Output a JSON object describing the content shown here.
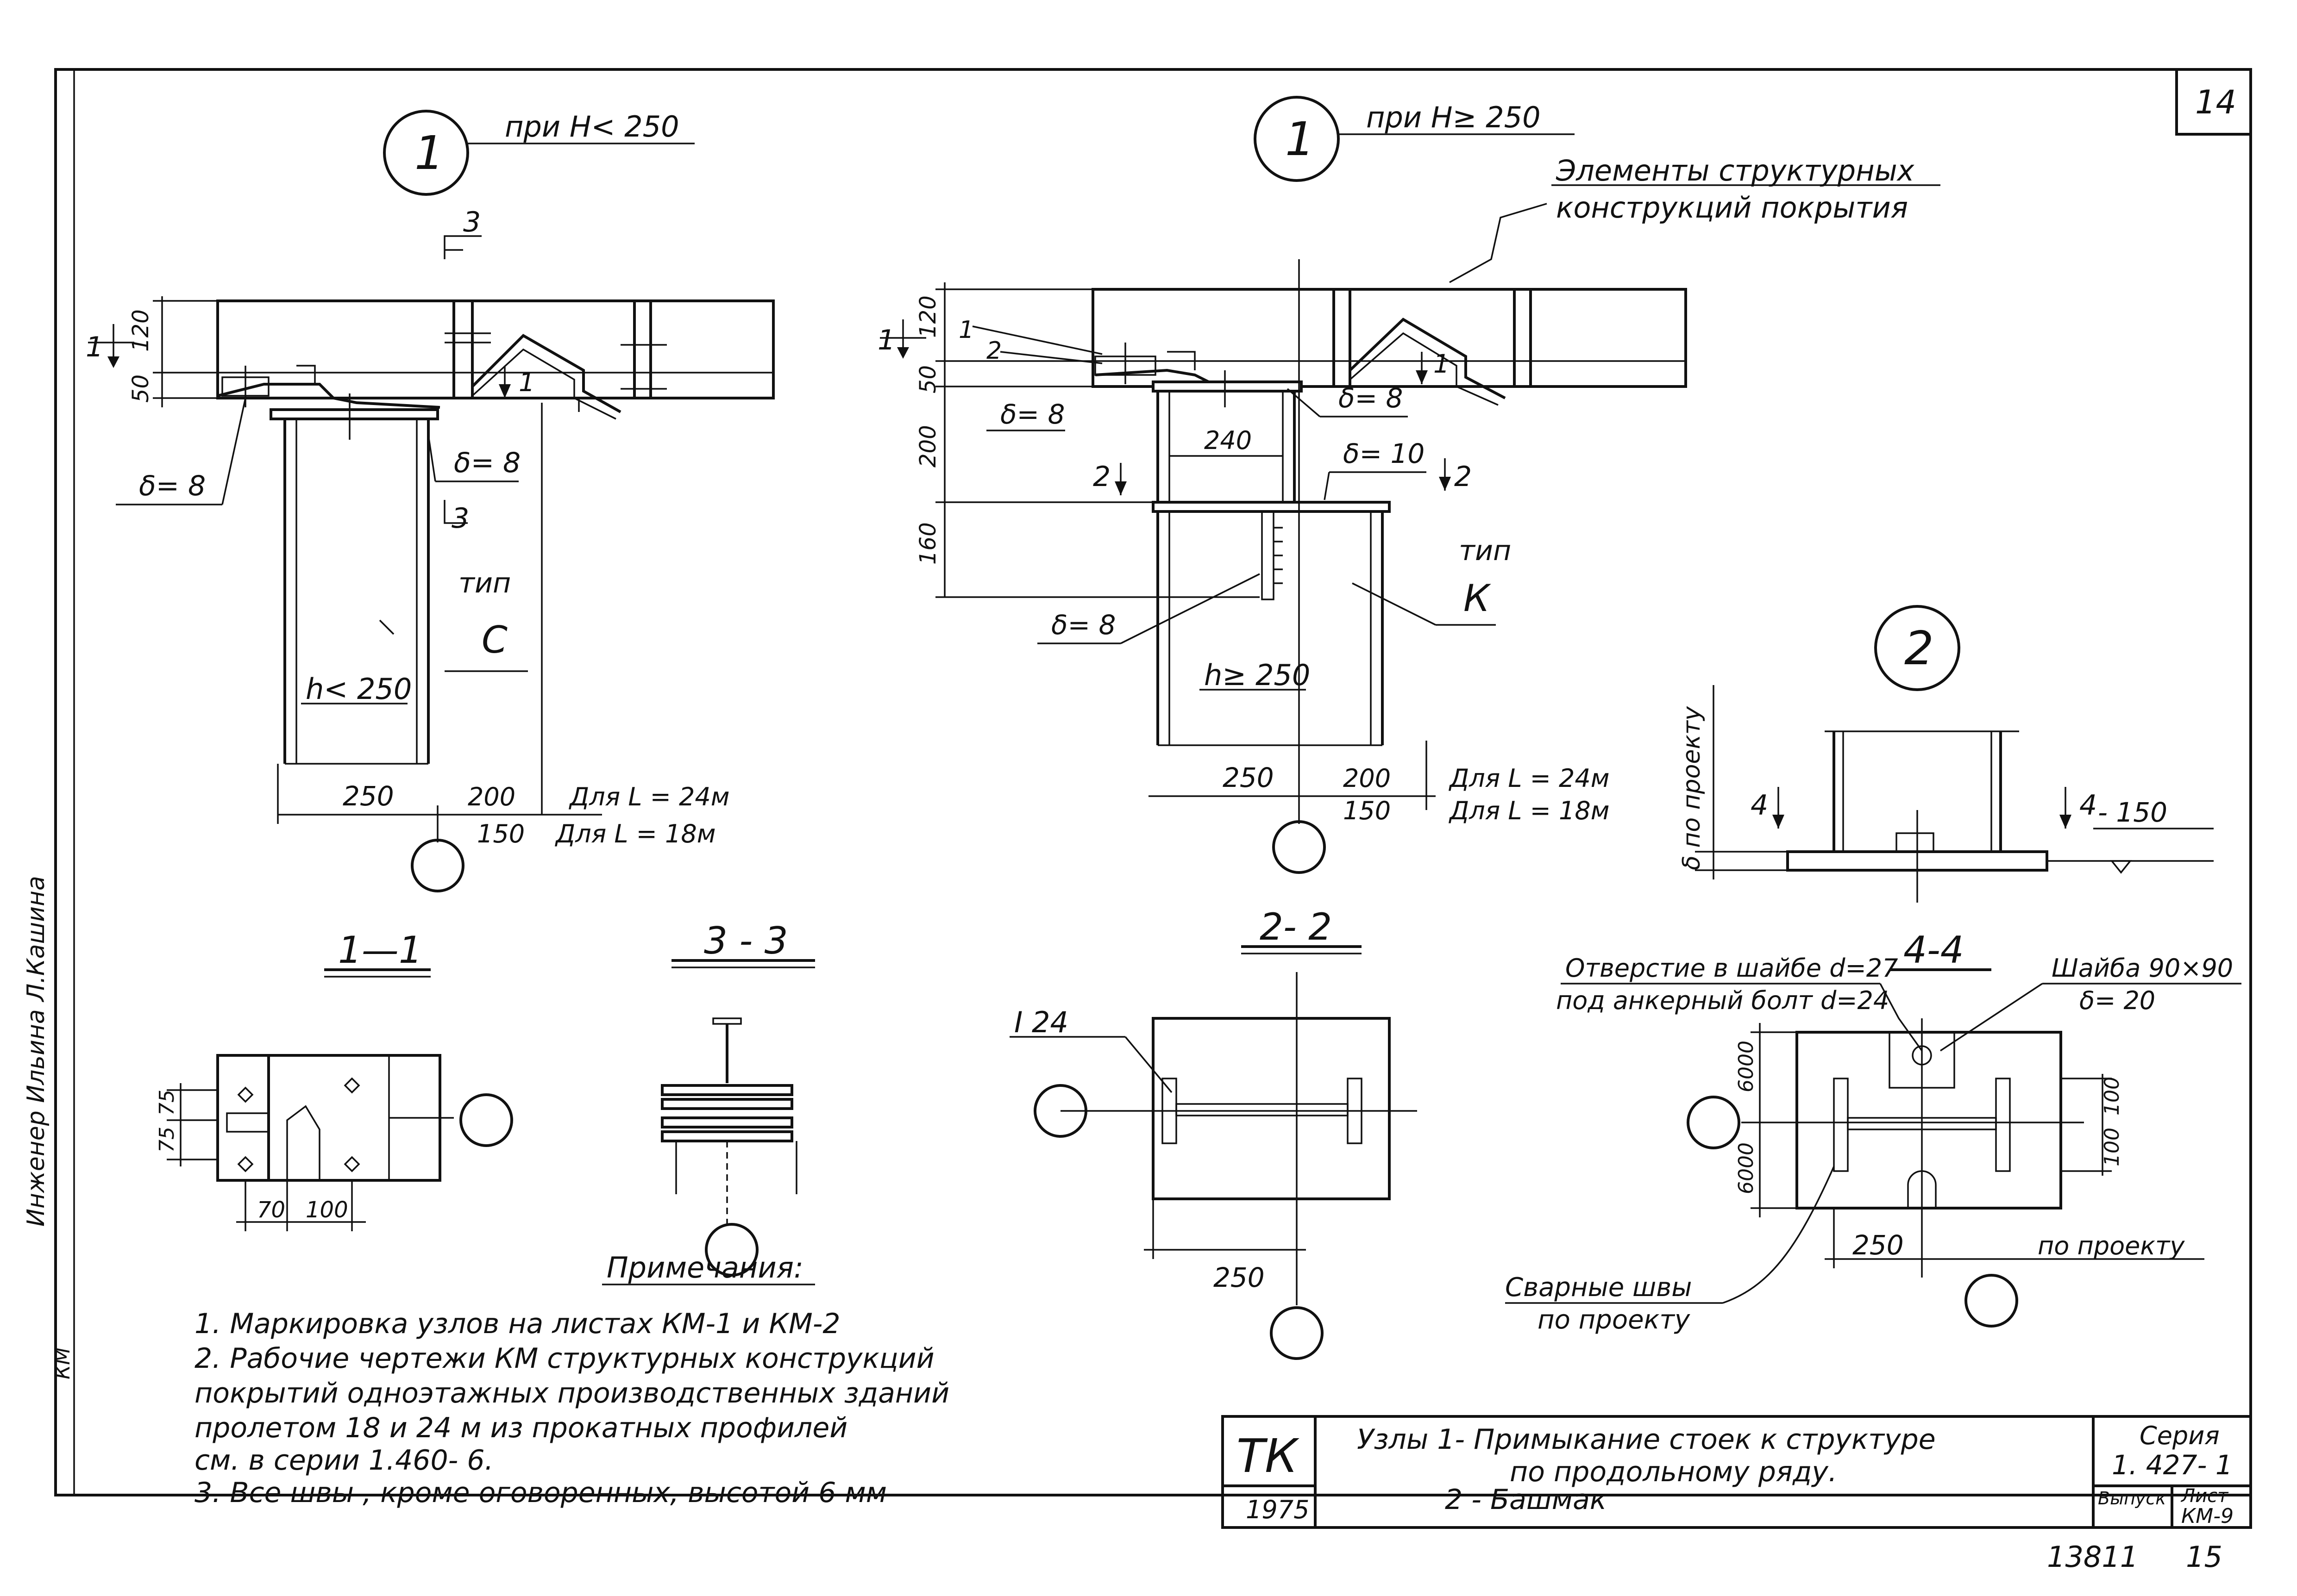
{
  "sheet": {
    "page_number": "14",
    "stamp_number": "13811",
    "stamp_page": "15"
  },
  "node1_left": {
    "marker": "1",
    "condition": "при  H< 250",
    "cut3_label": "3",
    "cut1_label": "1",
    "dim_120": "120",
    "dim_50": "50",
    "delta8_a": "δ= 8",
    "delta8_b": "δ= 8",
    "type_label": "тип",
    "type_value": "С",
    "h_label": "h< 250",
    "dim_250": "250",
    "dim_200": "200",
    "dim_150": "150",
    "for_24": "Для  L = 24м",
    "for_18": "Для  L  =  18м"
  },
  "node1_right": {
    "marker": "1",
    "condition": "при  H≥ 250",
    "elements_line1": "Элементы  структурных",
    "elements_line2": "конструкций   покрытия",
    "cut1_label": "1",
    "cut2_label": "2",
    "dim_120": "120",
    "dim_50": "50",
    "dim_200": "200",
    "dim_160": "160",
    "delta8_a": "δ= 8",
    "delta8_b": "δ= 8",
    "delta8_c": "δ= 8",
    "delta10": "δ= 10",
    "dim_240": "240",
    "part1": "1",
    "part2": "2",
    "type_label": "тип",
    "type_value": "К",
    "h_label": "h≥ 250",
    "dim_250": "250",
    "dim_150": "150",
    "for_24": "Для  L = 24м",
    "for_18": "Для  L = 18м"
  },
  "node2": {
    "marker": "2",
    "side_label": "δ по проекту",
    "cut4_label": "4",
    "level": "- 150"
  },
  "section_1_1": {
    "title": "1—1",
    "dim_75a": "75",
    "dim_75b": "75",
    "dim_70": "70",
    "dim_100": "100"
  },
  "section_3_3": {
    "title": "3 - 3"
  },
  "section_2_2": {
    "title": "2- 2",
    "beam": "I 24",
    "dim_250": "250"
  },
  "section_4_4": {
    "title": "4-4",
    "hole_line1": "Отверстие в шайбе d=27",
    "hole_line2": "под анкерный болт d=24",
    "washer_line1": "Шайба  90×90",
    "washer_line2": "δ= 20",
    "dim_left_a": "6000",
    "dim_left_b": "6000",
    "dim_100a": "100",
    "dim_100b": "100",
    "dim_250": "250",
    "by_project": "по проекту",
    "welds_line1": "Сварные швы",
    "welds_line2": "по проекту"
  },
  "notes": {
    "title": "Примечания:",
    "items": [
      "1.  Маркировка  узлов  на   листах   КМ-1 и КМ-2",
      "2.  Рабочие  чертежи  КМ  структурных  конструкций",
      "     покрытий  одноэтажных  производственных  зданий",
      "     пролетом  18 и 24 м  из  прокатных  профилей",
      "     см.  в  серии   1.460- 6.",
      "3.  Все  швы ,  кроме  оговоренных,  высотой  6 мм"
    ]
  },
  "title_block": {
    "org": "ТК",
    "year": "1975",
    "line1": "Узлы   1-  Примыкание   стоек  к  структуре",
    "line2": "по   продольному   ряду.",
    "line3": "2   - Башмак",
    "series_label": "Серия",
    "series_value": "1. 427- 1",
    "issue_label": "Выпуск",
    "sheet_label": "Лист",
    "sheet_value": "КМ-9"
  },
  "margin_text": {
    "vertical_a": "Инженер  Ильина  Л.Кашина",
    "vertical_b": "КМ"
  }
}
